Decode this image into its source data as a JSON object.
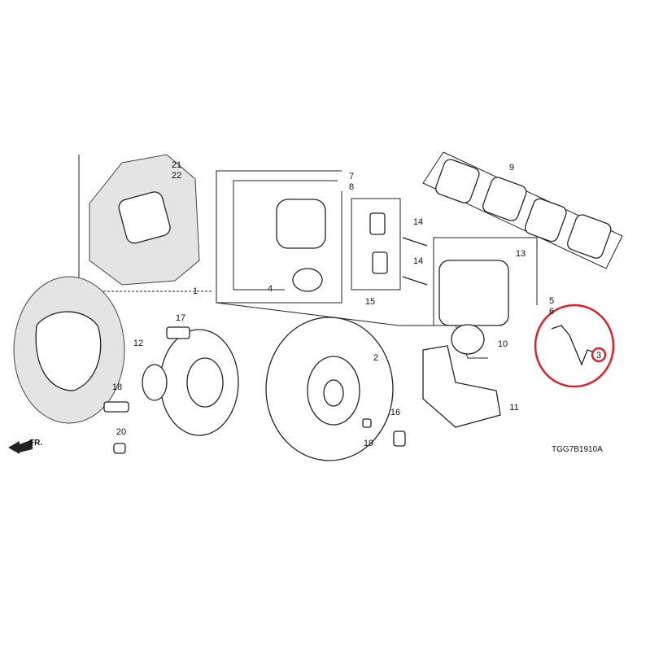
{
  "diagram": {
    "callouts": [
      "21",
      "22",
      "7",
      "8",
      "9",
      "14",
      "14",
      "13",
      "4",
      "15",
      "1",
      "5",
      "6",
      "17",
      "12",
      "10",
      "3",
      "2",
      "11",
      "18",
      "16",
      "20",
      "19"
    ],
    "front_indicator": "FR.",
    "drawing_code": "TGG7B1910A",
    "highlight_color": "#e0202a",
    "highlighted_part": "3"
  }
}
